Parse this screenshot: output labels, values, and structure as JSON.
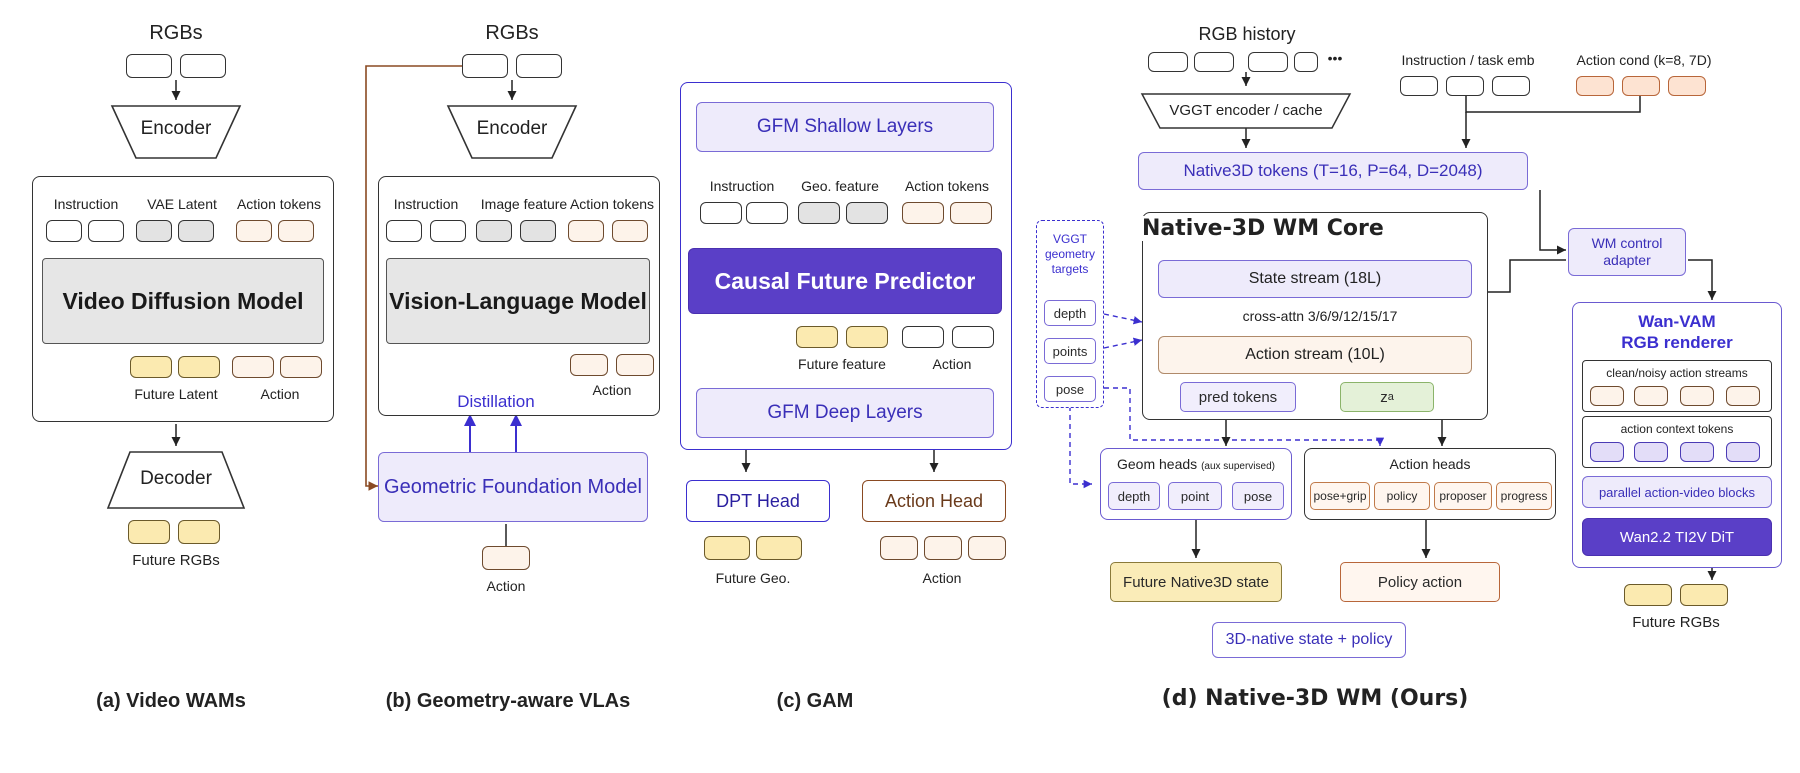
{
  "a": {
    "rgbs": "RGBs",
    "encoder": "Encoder",
    "instruction": "Instruction",
    "vae_latent": "VAE Latent",
    "action_tokens": "Action tokens",
    "model": "Video Diffusion Model",
    "future_latent": "Future Latent",
    "action": "Action",
    "decoder": "Decoder",
    "future_rgbs": "Future RGBs",
    "caption": "(a) Video WAMs"
  },
  "b": {
    "rgbs": "RGBs",
    "encoder": "Encoder",
    "instruction": "Instruction",
    "image_feature": "Image feature",
    "action_tokens": "Action tokens",
    "model": "Vision-Language Model",
    "action_inner": "Action",
    "distillation": "Distillation",
    "gfm": "Geometric Foundation Model",
    "action": "Action",
    "caption": "(b) Geometry-aware VLAs"
  },
  "c": {
    "shallow": "GFM Shallow Layers",
    "instruction": "Instruction",
    "geo_feature": "Geo. feature",
    "action_tokens": "Action tokens",
    "predictor": "Causal Future Predictor",
    "future_feature": "Future feature",
    "action_inner": "Action",
    "deep": "GFM Deep Layers",
    "dpt_head": "DPT Head",
    "action_head": "Action Head",
    "future_geo": "Future Geo.",
    "action": "Action",
    "caption": "(c) GAM"
  },
  "d": {
    "rgb_history": "RGB history",
    "ellipsis": "•••",
    "vggt_encoder": "VGGT encoder / cache",
    "instruction_emb": "Instruction / task emb",
    "action_cond": "Action cond (k=8, 7D)",
    "native_tokens": "Native3D tokens (T=16, P=64, D=2048)",
    "vggt_targets": "VGGT geometry targets",
    "depth": "depth",
    "points": "points",
    "pose": "pose",
    "core_title": "Native-3D WM Core",
    "state_stream": "State stream (18L)",
    "cross_attn": "cross-attn 3/6/9/12/15/17",
    "action_stream": "Action stream (10L)",
    "pred_tokens": "pred tokens",
    "za": "z",
    "za_sub": "a",
    "wm_control": "WM control adapter",
    "geom_heads": "Geom heads",
    "aux": "(aux supervised)",
    "gh_depth": "depth",
    "gh_point": "point",
    "gh_pose": "pose",
    "action_heads": "Action heads",
    "ah_posegrip": "pose+grip",
    "ah_policy": "policy",
    "ah_proposer": "proposer",
    "ah_progress": "progress",
    "future_state": "Future Native3D state",
    "policy_action": "Policy action",
    "summary": "3D-native state + policy",
    "renderer_title1": "Wan-VAM",
    "renderer_title2": "RGB renderer",
    "clean_noisy": "clean/noisy action streams",
    "action_context": "action context tokens",
    "parallel_blocks": "parallel action-video blocks",
    "dit": "Wan2.2 TI2V DiT",
    "future_rgbs": "Future RGBs",
    "caption": "(d) Native-3D WM (Ours)"
  },
  "colors": {
    "accent": "#3b2fcf",
    "predictor": "#5a3fc7",
    "brown_wire": "#8a4a22"
  }
}
